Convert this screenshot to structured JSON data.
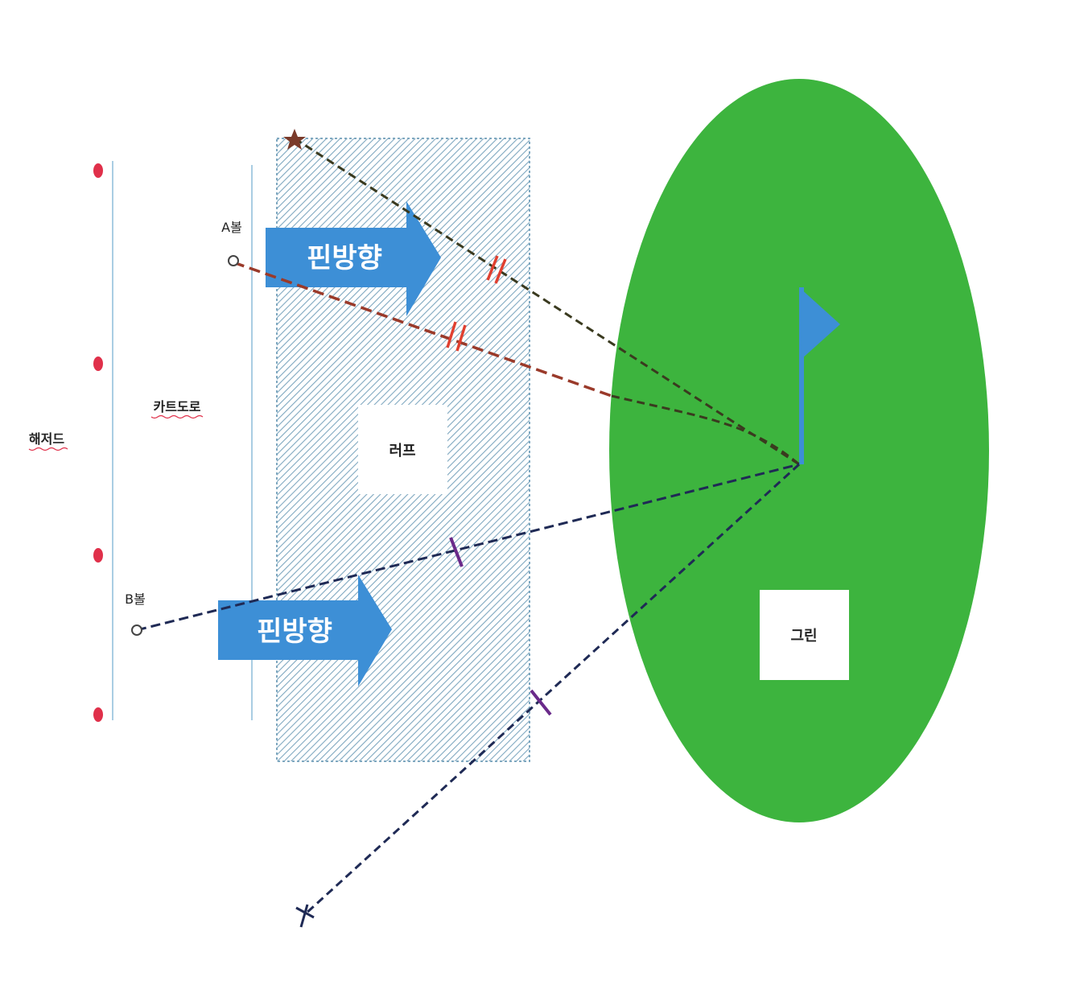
{
  "labels": {
    "hazard": "해저드",
    "cart_path": "카트도로",
    "rough": "러프",
    "green": "그린",
    "ball_a": "A볼",
    "ball_b": "B볼",
    "pin_direction_top": "핀방향",
    "pin_direction_bottom": "핀방향"
  },
  "colors": {
    "background": "#ffffff",
    "green": "#3db43e",
    "rough_hatch": "#7fa8c0",
    "arrow": "#3d8fd6",
    "flag": "#3d8fd6",
    "hazard_dot": "#e0304a",
    "guide_line": "#a9cde3",
    "path_red": "#9a3a2a",
    "path_dark": "#3a3a1f",
    "path_navy": "#1f2a55",
    "mark_red": "#e04030",
    "mark_purple": "#6a2a8a"
  },
  "icons": {
    "flag": "flag-icon",
    "star": "star-icon",
    "cross": "cross-icon"
  }
}
